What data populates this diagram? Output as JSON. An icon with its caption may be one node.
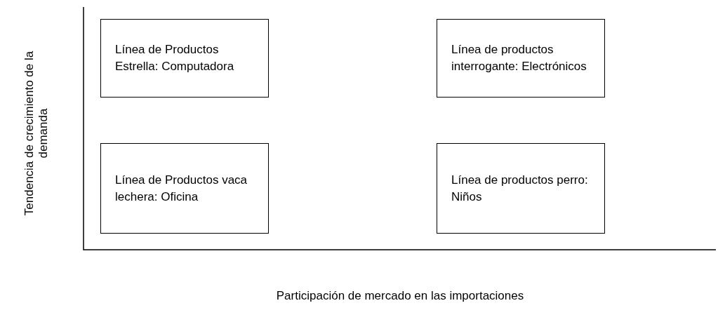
{
  "diagram": {
    "nodes": [
      {
        "text": [
          "Línea de Productos Estrella: Computadora"
        ]
      },
      {
        "text": [
          "Línea de productos interrogante: Electrónicos"
        ]
      },
      {
        "text": [
          "Línea de Productos vaca lechera: Oficina"
        ]
      },
      {
        "text": [
          "Línea de productos perro: Niños"
        ]
      }
    ],
    "edges": [],
    "labels": [
      "Tendencia de crecimiento de la demanda",
      "Participación de mercado en las importaciones"
    ]
  }
}
